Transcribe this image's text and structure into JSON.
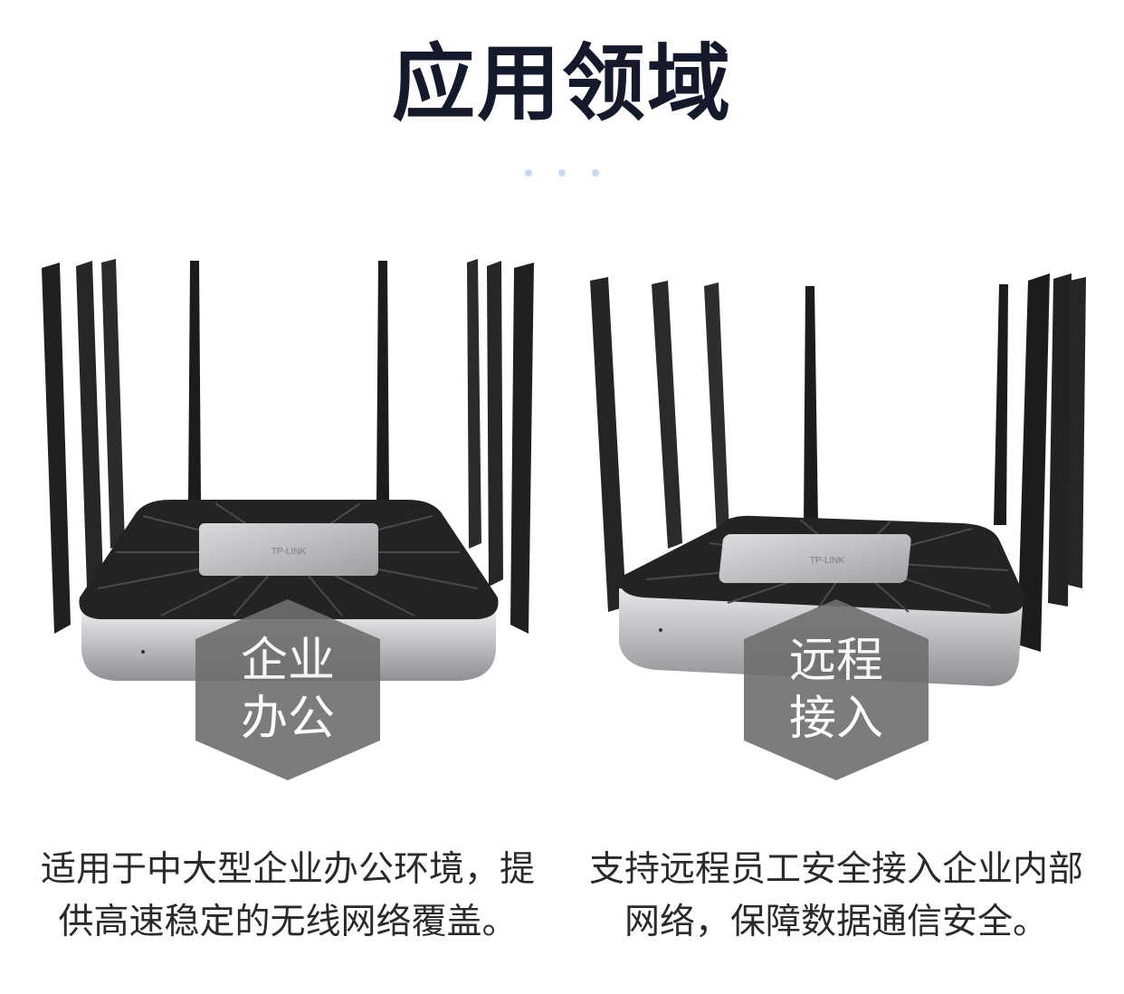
{
  "section": {
    "title": "应用领域",
    "dot_color": "#c9d9f1"
  },
  "cards": [
    {
      "label_line1": "企业",
      "label_line2": "办公",
      "description": "适用于中大型企业办公环境，提供高速稳定的无线网络覆盖。",
      "brand_text": "TP-LINK"
    },
    {
      "label_line1": "远程",
      "label_line2": "接入",
      "description": "支持远程员工安全接入企业内部网络，保障数据通信安全。",
      "brand_text": "TP-LINK"
    }
  ],
  "colors": {
    "title": "#141a2b",
    "hexagon": "#6e6e6e",
    "antenna": "#1f1f1f",
    "router_top": "#2a2a2a",
    "router_body": "#c7c9cc"
  }
}
